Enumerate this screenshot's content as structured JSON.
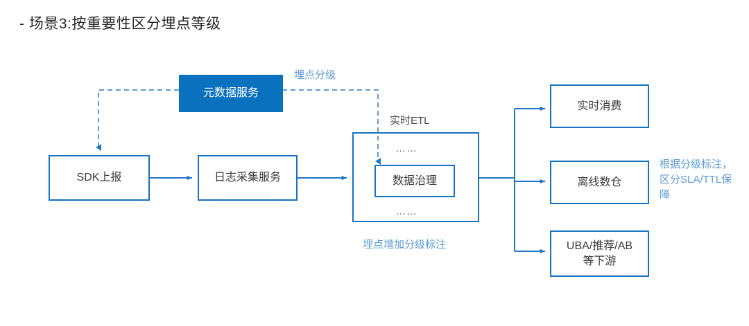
{
  "title": "- 场景3:按重要性区分埋点等级",
  "colors": {
    "node_border": "#1573bf",
    "node_fill": "#ffffff",
    "accent_fill": "#0a71bf",
    "annotation": "#5b9bd5",
    "wire": "#2277c4",
    "dashed_wire": "#5b9bd5",
    "title_text": "#262626",
    "node_text": "#3b3b3b"
  },
  "nodes": {
    "metadata_service": "元数据服务",
    "sdk_report": "SDK上报",
    "log_collect_service": "日志采集服务",
    "data_governance": "数据治理",
    "realtime_consume": "实时消费",
    "offline_warehouse": "离线数仓",
    "downstream_line1": "UBA/推荐/AB",
    "downstream_line2": "等下游"
  },
  "labels": {
    "event_grading": "埋点分级",
    "realtime_etl": "实时ETL",
    "etl_note": "埋点增加分级标注",
    "sla_note": "根据分级标注，\n区分SLA/TTL保\n障",
    "ellipsis_top": "……",
    "ellipsis_bottom": "……"
  }
}
